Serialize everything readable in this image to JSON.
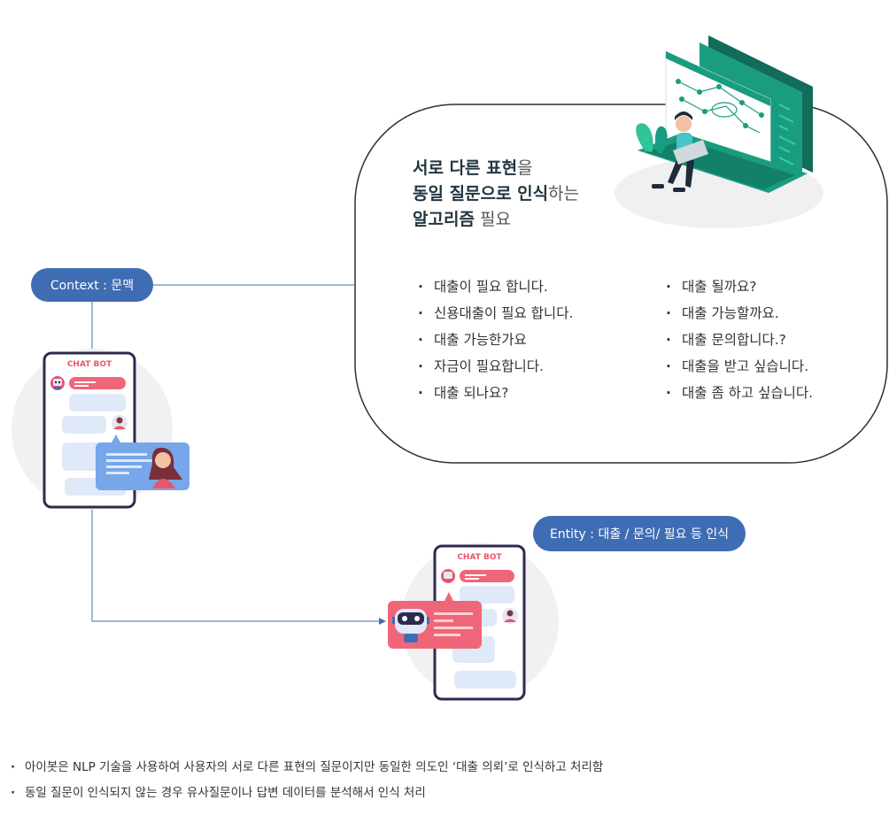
{
  "context_pill": "Context : 문맥",
  "entity_pill": "Entity : 대출 / 문의/ 필요 등 인식",
  "bubble": {
    "heading": {
      "line1": {
        "bold": "서로 다른 표현",
        "normal": "을"
      },
      "line2": {
        "bold": "동일 질문으로 인식",
        "normal": "하는"
      },
      "line3": {
        "bold": "알고리즘",
        "normal": " 필요"
      }
    },
    "examples_left": [
      "대출이 필요 합니다.",
      "신용대출이 필요 합니다.",
      "대출 가능한가요",
      "자금이 필요합니다.",
      "대출 되나요?"
    ],
    "examples_right": [
      "대출 될까요?",
      "대출 가능할까요.",
      "대출 문의합니다.?",
      "대출을 받고 싶습니다.",
      "대출 좀 하고 싶습니다."
    ]
  },
  "phone_top": {
    "title": "CHAT BOT"
  },
  "phone_bottom": {
    "title": "CHAT BOT"
  },
  "notes": [
    "아이봇은 NLP 기술을 사용하여 사용자의 서로 다른 표현의 질문이지만 동일한 의도인 ‘대출 의뢰’로 인식하고 처리함",
    "동일 질문이 인식되지 않는 경우 유사질문이나 답변 데이터를 분석해서 인식 처리"
  ],
  "colors": {
    "pill": "#3f6db3",
    "accent_red": "#e8566a",
    "teal": "#1a9c80",
    "light_blue": "#dfe9f8",
    "phone_border": "#2e2a4f"
  },
  "icons": [
    "robot-icon",
    "user-avatar-icon",
    "woman-avatar-icon",
    "laptop-illustration"
  ]
}
